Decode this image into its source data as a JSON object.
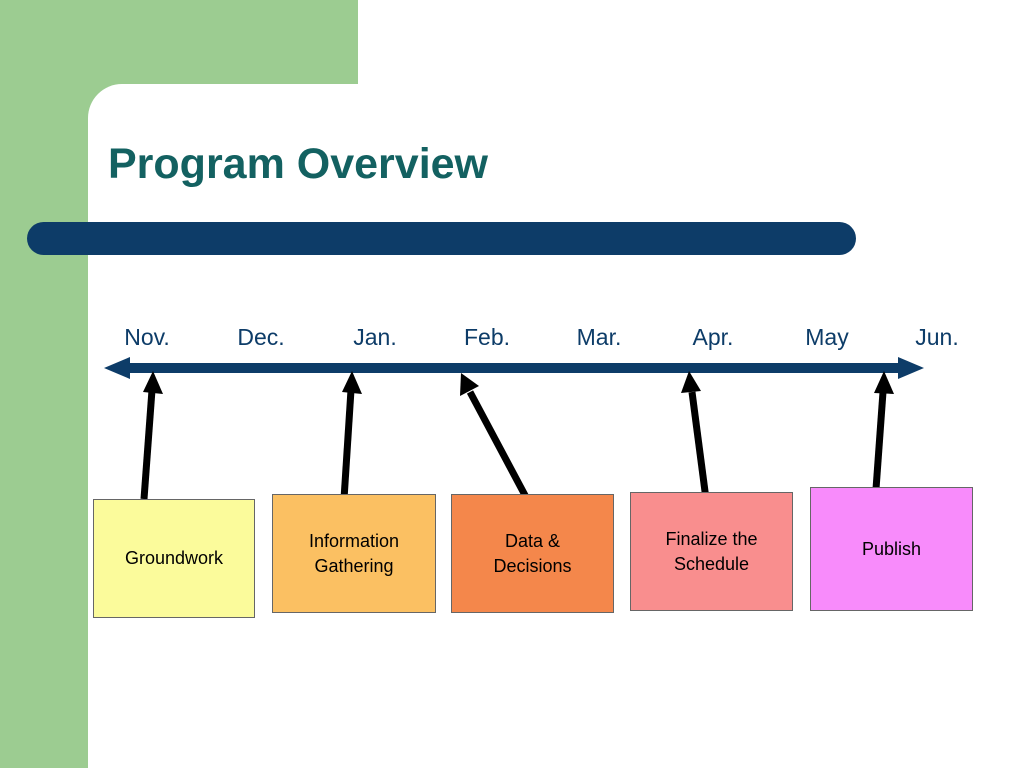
{
  "slide": {
    "title": "Program Overview",
    "colors": {
      "band_green": "#9ccc91",
      "title_teal": "#136161",
      "bar_navy": "#0d3c68",
      "background": "#ffffff"
    }
  },
  "timeline": {
    "months": [
      "Nov.",
      "Dec.",
      "Jan.",
      "Feb.",
      "Mar.",
      "Apr.",
      "May",
      "Jun."
    ],
    "arrow_color": "#0d3c68",
    "double_headed": true
  },
  "phases": [
    {
      "label": "Groundwork",
      "color": "#fbfb9b",
      "month_target": "Nov."
    },
    {
      "label": "Information\nGathering",
      "color": "#fbc062",
      "month_target": "Jan."
    },
    {
      "label": "Data &\nDecisions",
      "color": "#f4874b",
      "month_target": "Feb."
    },
    {
      "label": "Finalize the\nSchedule",
      "color": "#f98e8e",
      "month_target": "Apr."
    },
    {
      "label": "Publish",
      "color": "#f88bfb",
      "month_target": "Jun."
    }
  ]
}
